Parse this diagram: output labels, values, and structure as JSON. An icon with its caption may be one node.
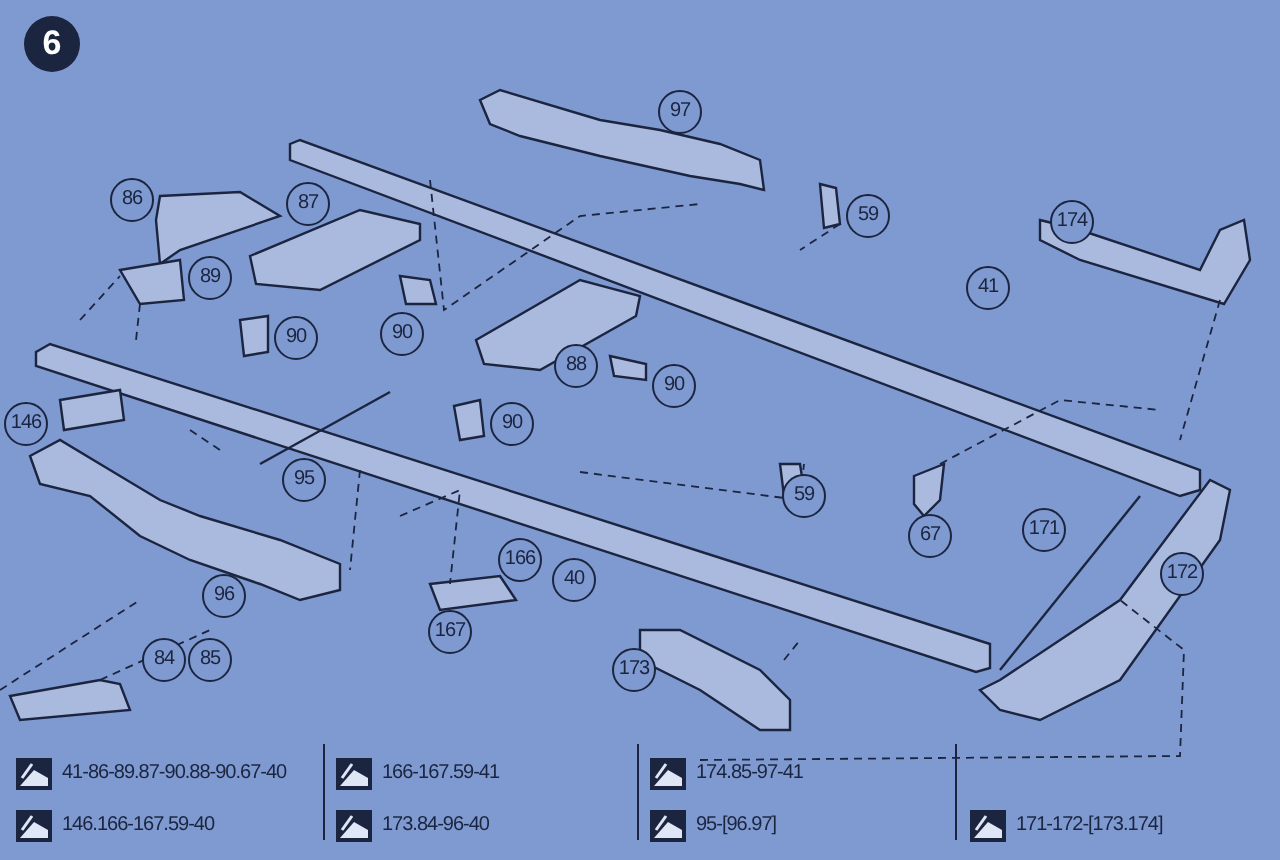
{
  "diagram": {
    "labels": [
      "6",
      "97",
      "86",
      "87",
      "59",
      "174",
      "89",
      "41",
      "90",
      "90",
      "88",
      "90",
      "146",
      "90",
      "95",
      "59",
      "67",
      "171",
      "166",
      "96",
      "40",
      "172",
      "167",
      "84",
      "85",
      "173",
      "41-86-89.87-90.88-90.67-40",
      "166-167.59-41",
      "174.85-97-41",
      "146.166-167.59-40",
      "173.84-96-40",
      "95-[96.97]",
      "171-172-[173.174]"
    ]
  }
}
